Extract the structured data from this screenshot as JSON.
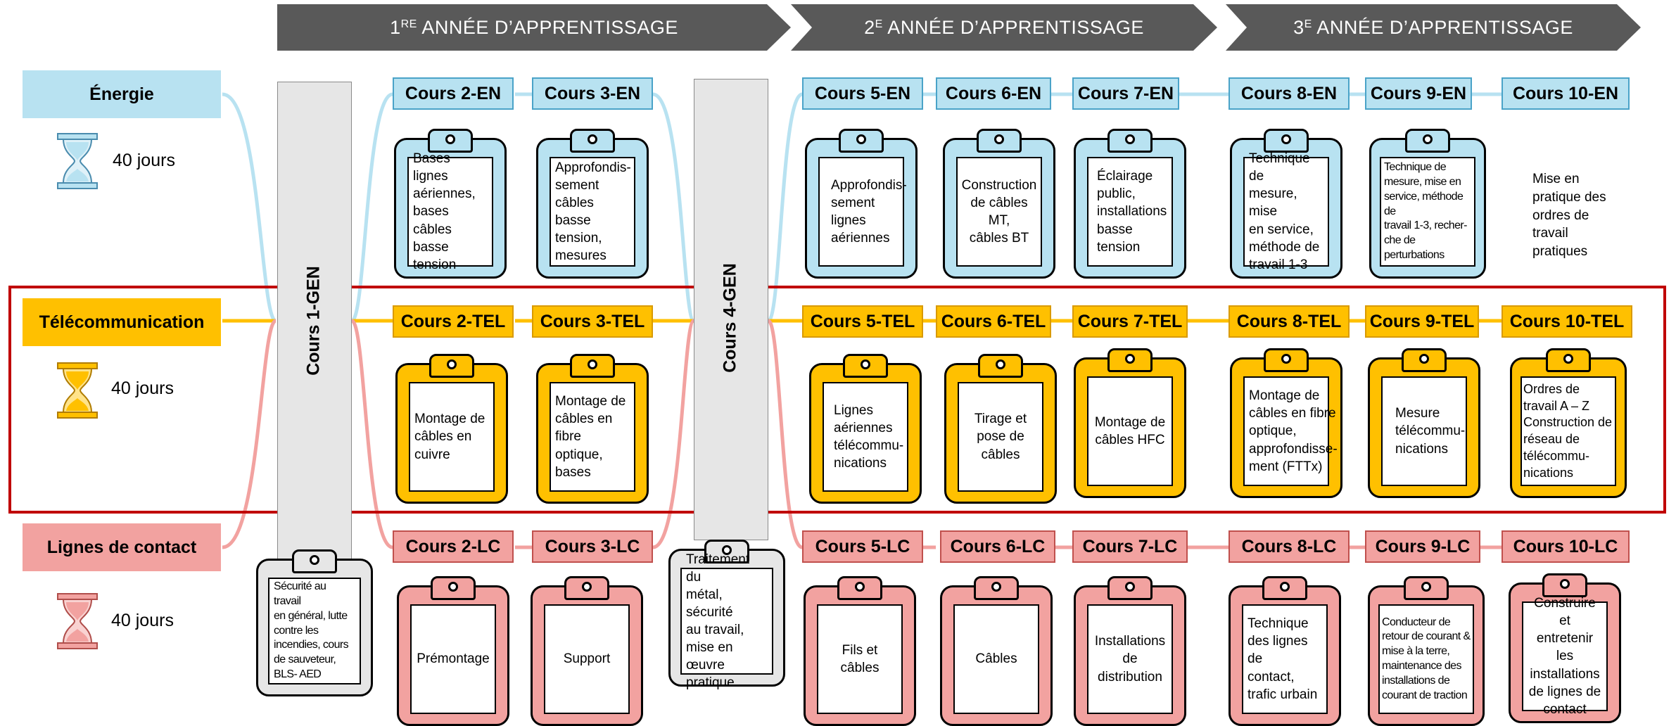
{
  "years": [
    {
      "num": "1",
      "sup": "RE",
      "text": " ANNÉE D’APPRENTISSAGE"
    },
    {
      "num": "2",
      "sup": "E",
      "text": " ANNÉE D’APPRENTISSAGE"
    },
    {
      "num": "3",
      "sup": "E",
      "text": " ANNÉE D’APPRENTISSAGE"
    }
  ],
  "tracks": {
    "en": {
      "label": "Énergie",
      "days": "40 jours"
    },
    "tel": {
      "label": "Télécommunication",
      "days": "40 jours"
    },
    "lc": {
      "label": "Lignes de contact",
      "days": "40 jours"
    }
  },
  "gen": {
    "c1": "Cours 1-GEN",
    "c4": "Cours 4-GEN",
    "c1_desc": [
      "Sécurité au travail",
      "en général, lutte",
      "contre les",
      "incendies, cours",
      "de sauveteur,",
      "BLS- AED"
    ],
    "c4_desc": [
      "Traitement du",
      "métal, sécurité",
      "au travail,",
      "mise en œuvre",
      "pratique"
    ]
  },
  "en_courses": {
    "c2": {
      "title": "Cours 2-EN",
      "desc": [
        "Bases lignes",
        "aériennes,",
        "bases câbles",
        "basse",
        "tension"
      ]
    },
    "c3": {
      "title": "Cours 3-EN",
      "desc": [
        "Approfondis-",
        "sement câbles",
        "basse tension,",
        "mesures"
      ]
    },
    "c5": {
      "title": "Cours 5-EN",
      "desc": [
        "Approfondis-",
        "sement",
        "lignes",
        "aériennes"
      ]
    },
    "c6": {
      "title": "Cours 6-EN",
      "desc": [
        "Construction",
        "de câbles MT,",
        "câbles BT"
      ]
    },
    "c7": {
      "title": "Cours 7-EN",
      "desc": [
        "Éclairage",
        "public,",
        "installations",
        "basse",
        "tension"
      ]
    },
    "c8": {
      "title": "Cours 8-EN",
      "desc": [
        "Technique de",
        "mesure, mise",
        "en service,",
        "méthode de",
        "travail 1-3"
      ]
    },
    "c9": {
      "title": "Cours 9-EN",
      "desc": [
        "Technique de",
        "mesure, mise en",
        "service, méthode de",
        "travail 1-3, recher-",
        "che de perturbations"
      ]
    },
    "c10": {
      "title": "Cours 10-EN",
      "desc": [
        "Mise en",
        "pratique des",
        "ordres de",
        "travail",
        "pratiques"
      ]
    }
  },
  "tel_courses": {
    "c2": {
      "title": "Cours 2-TEL",
      "desc": [
        "Montage de",
        "câbles en",
        "cuivre"
      ]
    },
    "c3": {
      "title": "Cours 3-TEL",
      "desc": [
        "Montage de",
        "câbles en",
        "fibre optique,",
        "bases"
      ]
    },
    "c5": {
      "title": "Cours 5-TEL",
      "desc": [
        "Lignes",
        "aériennes",
        "télécommu-",
        "nications"
      ]
    },
    "c6": {
      "title": "Cours 6-TEL",
      "desc": [
        "Tirage et",
        "pose de",
        "câbles"
      ]
    },
    "c7": {
      "title": "Cours 7-TEL",
      "desc": [
        "Montage de",
        "câbles HFC"
      ]
    },
    "c8": {
      "title": "Cours 8-TEL",
      "desc": [
        "Montage de",
        "câbles en fibre",
        "optique,",
        "approfondisse-",
        "ment (FTTx)"
      ]
    },
    "c9": {
      "title": "Cours 9-TEL",
      "desc": [
        "Mesure",
        "télécommu-",
        "nications"
      ]
    },
    "c10": {
      "title": "Cours 10-TEL",
      "desc": [
        "Ordres de",
        "travail A – Z",
        "Construction de",
        "réseau de",
        "télécommu-",
        "nications"
      ]
    }
  },
  "lc_courses": {
    "c2": {
      "title": "Cours 2-LC",
      "desc": [
        "Prémontage"
      ]
    },
    "c3": {
      "title": "Cours 3-LC",
      "desc": [
        "Support"
      ]
    },
    "c5": {
      "title": "Cours 5-LC",
      "desc": [
        "Fils et",
        "câbles"
      ]
    },
    "c6": {
      "title": "Cours 6-LC",
      "desc": [
        "Câbles"
      ]
    },
    "c7": {
      "title": "Cours 7-LC",
      "desc": [
        "Installations",
        "de distribution"
      ]
    },
    "c8": {
      "title": "Cours 8-LC",
      "desc": [
        "Technique",
        "des lignes de",
        "contact,",
        "trafic urbain"
      ]
    },
    "c9": {
      "title": "Cours 9-LC",
      "desc": [
        "Conducteur de",
        "retour de courant &",
        "mise à la terre,",
        "maintenance des",
        "installations de",
        "courant de traction"
      ]
    },
    "c10": {
      "title": "Cours 10-LC",
      "desc": [
        "Construire et",
        "entretenir les",
        "installations",
        "de lignes de",
        "contact"
      ]
    }
  },
  "colors": {
    "energie": "#b8e2f1",
    "telecom": "#ffc000",
    "lignes_contact": "#f2a2a0",
    "highlight": "#c00000",
    "header": "#595959"
  }
}
